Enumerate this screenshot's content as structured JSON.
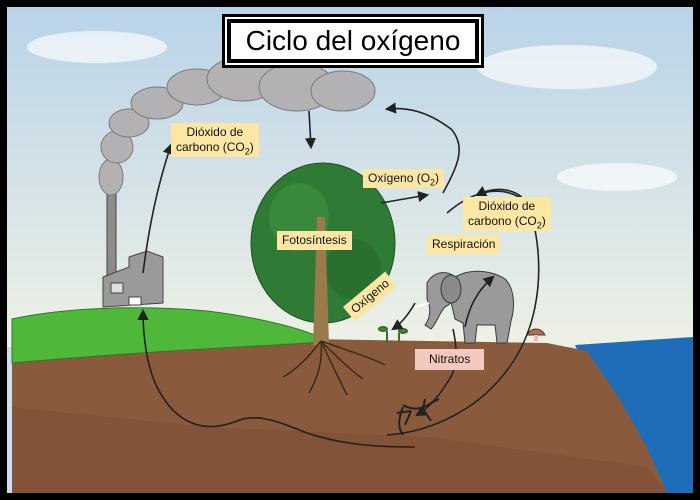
{
  "title": "Ciclo del oxígeno",
  "labels": {
    "co2_factory": {
      "line1": "Dióxido de",
      "line2_pre": "carbono (CO",
      "sub": "2",
      "line2_post": ")"
    },
    "oxygen_o2": {
      "pre": "Oxígeno (O",
      "sub": "2",
      "post": ")"
    },
    "co2_animal": {
      "line1": "Dióxido de",
      "line2_pre": "carbono (CO",
      "sub": "2",
      "line2_post": ")"
    },
    "photosynthesis": "Fotosíntesis",
    "respiration": "Respiración",
    "oxygen_soil": "Oxígeno",
    "nitrates": "Nitratos"
  },
  "colors": {
    "sky": "#cfe0ec",
    "grass": "#4fb83a",
    "soil": "#8a5a3c",
    "sea": "#1f6db8",
    "foliage": "#2f7a34",
    "label_bg": "#fbe7a3",
    "nitrate_bg": "#f3c9bf",
    "arrow": "#222222"
  },
  "icons": [
    "factory-icon",
    "smoke-cloud-icon",
    "tree-icon",
    "elephant-icon",
    "lizard-icon",
    "mushroom-icon",
    "sprout-icon"
  ]
}
